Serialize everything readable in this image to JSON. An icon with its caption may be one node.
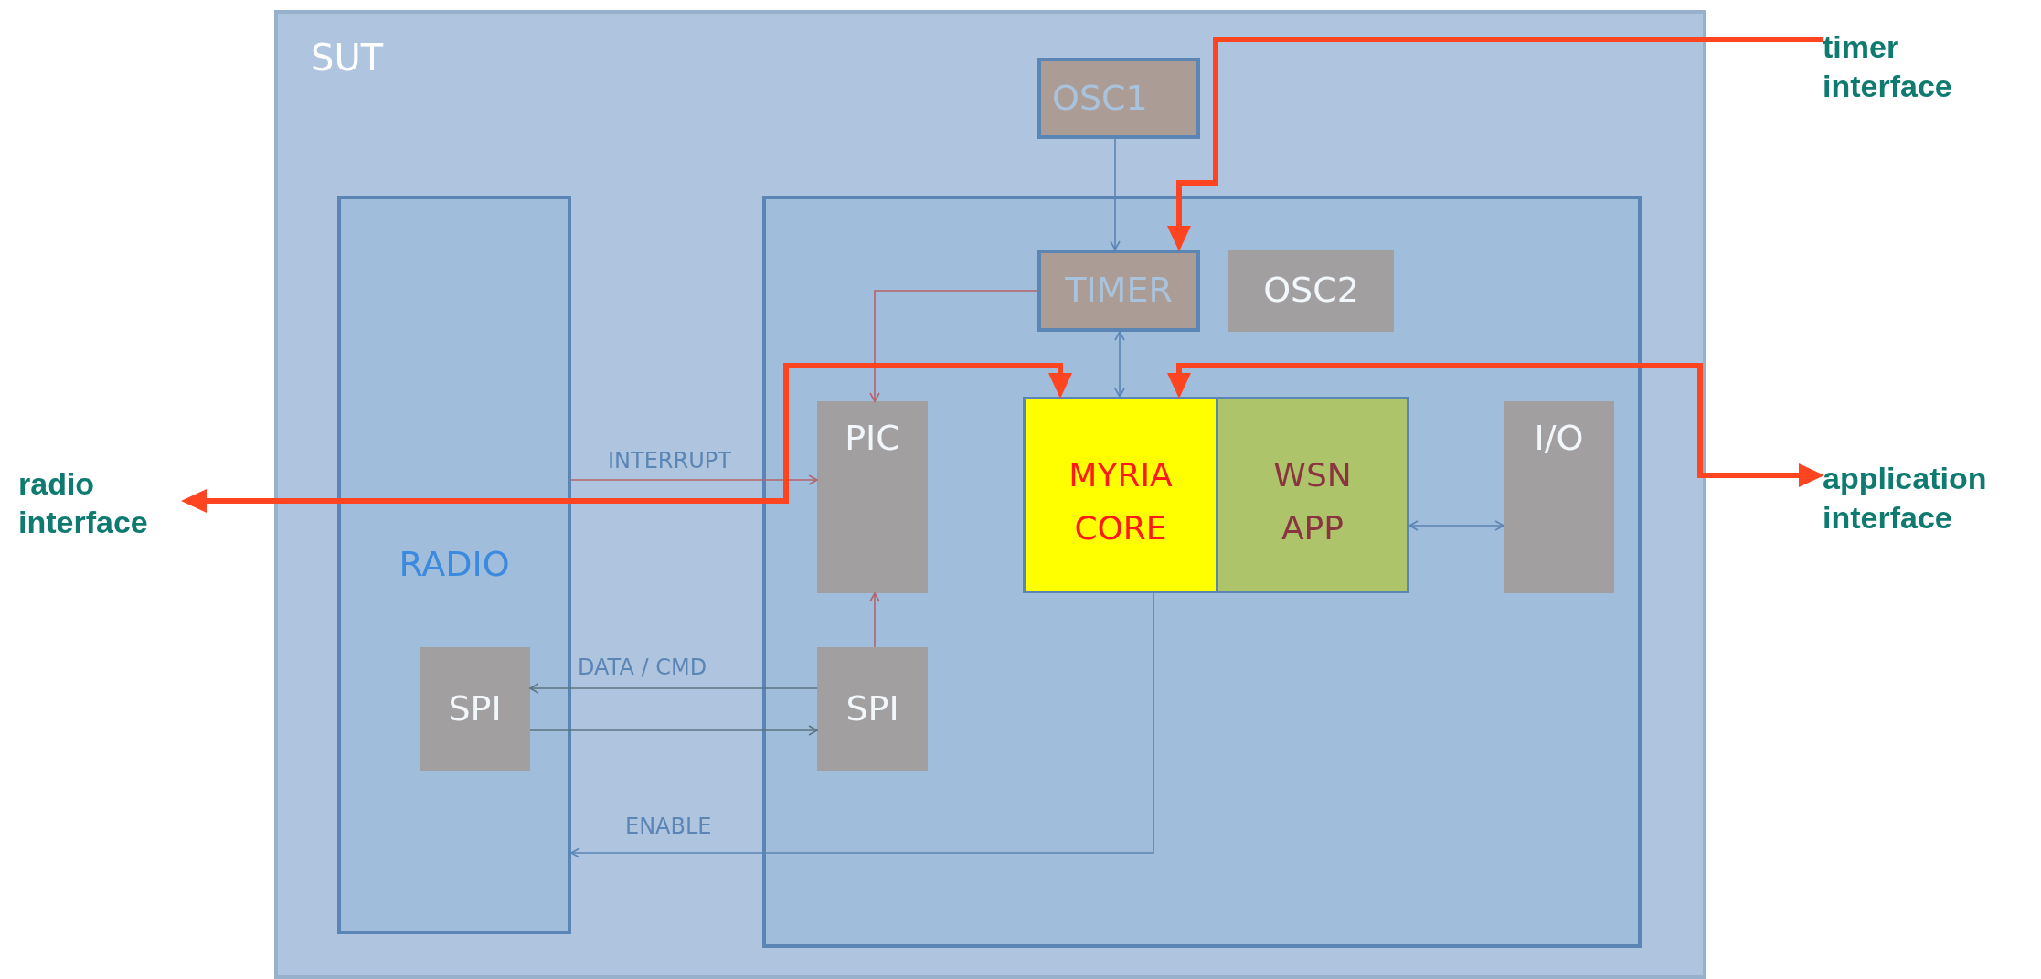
{
  "diagram": {
    "nodes": [
      {
        "text": [
          "SUT"
        ]
      },
      {
        "text": [
          "timer interface"
        ]
      },
      {
        "text": [
          "OSC1"
        ],
        "in": 0
      },
      {
        "text": [
          "RADIO"
        ],
        "in": 0
      },
      {
        "text": [],
        "shape": "box",
        "in": 0
      },
      {
        "text": [
          "TIMER"
        ],
        "in": 4
      },
      {
        "text": [
          "OSC2"
        ],
        "in": 4
      },
      {
        "text": [
          "radio interface"
        ]
      },
      {
        "text": [
          "PIC"
        ],
        "in": 4
      },
      {
        "text": [
          "MYRIA CORE"
        ],
        "in": 4
      },
      {
        "text": [
          "WSN APP"
        ],
        "in": 4
      },
      {
        "text": [
          "I/O"
        ],
        "in": 4
      },
      {
        "text": [
          "application interface"
        ]
      },
      {
        "text": [
          "SPI"
        ],
        "in": 3
      },
      {
        "text": [
          "SPI"
        ],
        "in": 4
      }
    ],
    "edges": [
      {
        "from": 2,
        "to": 5,
        "arrow": "to"
      },
      {
        "from": 1,
        "to": 5,
        "arrow": "to",
        "style": "thick",
        "color": "#ff4422"
      },
      {
        "from": 5,
        "to": 8,
        "arrow": "to",
        "color": "#b5646a"
      },
      {
        "from": 5,
        "to": 9,
        "arrow": "both"
      },
      {
        "from": 3,
        "to": 8,
        "arrow": "to",
        "label": "INTERRUPT",
        "color": "#b5646a"
      },
      {
        "from": 7,
        "to": 9,
        "arrow": "both",
        "style": "thick",
        "color": "#ff4422"
      },
      {
        "from": 12,
        "to": 9,
        "arrow": "both",
        "style": "thick",
        "color": "#ff4422"
      },
      {
        "from": 10,
        "to": 11,
        "arrow": "both"
      },
      {
        "from": 14,
        "to": 8,
        "arrow": "to",
        "color": "#b5646a"
      },
      {
        "from": 14,
        "to": 13,
        "arrow": "to",
        "label": "DATA / CMD",
        "color": "#5d7580"
      },
      {
        "from": 13,
        "to": 14,
        "arrow": "to",
        "color": "#5d7580"
      },
      {
        "from": 9,
        "to": 3,
        "arrow": "to",
        "label": "ENABLE"
      }
    ]
  }
}
